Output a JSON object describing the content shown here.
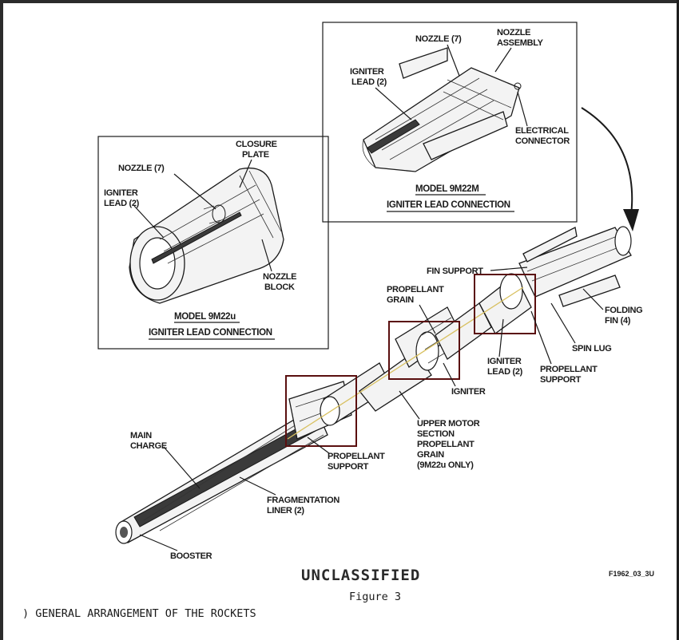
{
  "callouts": {
    "main_charge": [
      "MAIN",
      "CHARGE"
    ],
    "booster": "BOOSTER",
    "fragmentation_liner": [
      "FRAGMENTATION",
      "LINER (2)"
    ],
    "propellant_support_lower": [
      "PROPELLANT",
      "SUPPORT"
    ],
    "upper_motor": [
      "UPPER MOTOR",
      "SECTION",
      "PROPELLANT",
      "GRAIN",
      "(9M22u ONLY)"
    ],
    "igniter": "IGNITER",
    "igniter_lead": [
      "IGNITER",
      "LEAD (2)"
    ],
    "propellant_support_upper": [
      "PROPELLANT",
      "SUPPORT"
    ],
    "spin_lug": "SPIN LUG",
    "folding_fin": [
      "FOLDING",
      "FIN (4)"
    ],
    "fin_support": "FIN SUPPORT",
    "propellant_grain": [
      "PROPELLANT",
      "GRAIN"
    ]
  },
  "inset_left": {
    "nozzle": "NOZZLE (7)",
    "closure_plate": [
      "CLOSURE",
      "PLATE"
    ],
    "igniter_lead": [
      "IGNITER",
      "LEAD (2)"
    ],
    "nozzle_block": [
      "NOZZLE",
      "BLOCK"
    ],
    "caption_model": "MODEL 9M22u",
    "caption_sub": "IGNITER LEAD CONNECTION"
  },
  "inset_right": {
    "nozzle": "NOZZLE (7)",
    "nozzle_assembly": [
      "NOZZLE",
      "ASSEMBLY"
    ],
    "igniter_lead": [
      "IGNITER",
      "LEAD (2)"
    ],
    "electrical_connector": [
      "ELECTRICAL",
      "CONNECTOR"
    ],
    "caption_model": "MODEL 9M22M",
    "caption_sub": "IGNITER LEAD CONNECTION"
  },
  "classification": "UNCLASSIFIED",
  "reference_code": "F1962_03_3U",
  "figure_label": "Figure 3",
  "figure_title": ") GENERAL ARRANGEMENT OF THE ROCKETS",
  "colors": {
    "highlight_box": "#5a0f0f",
    "line": "#1a1a1a",
    "background": "#ffffff"
  }
}
